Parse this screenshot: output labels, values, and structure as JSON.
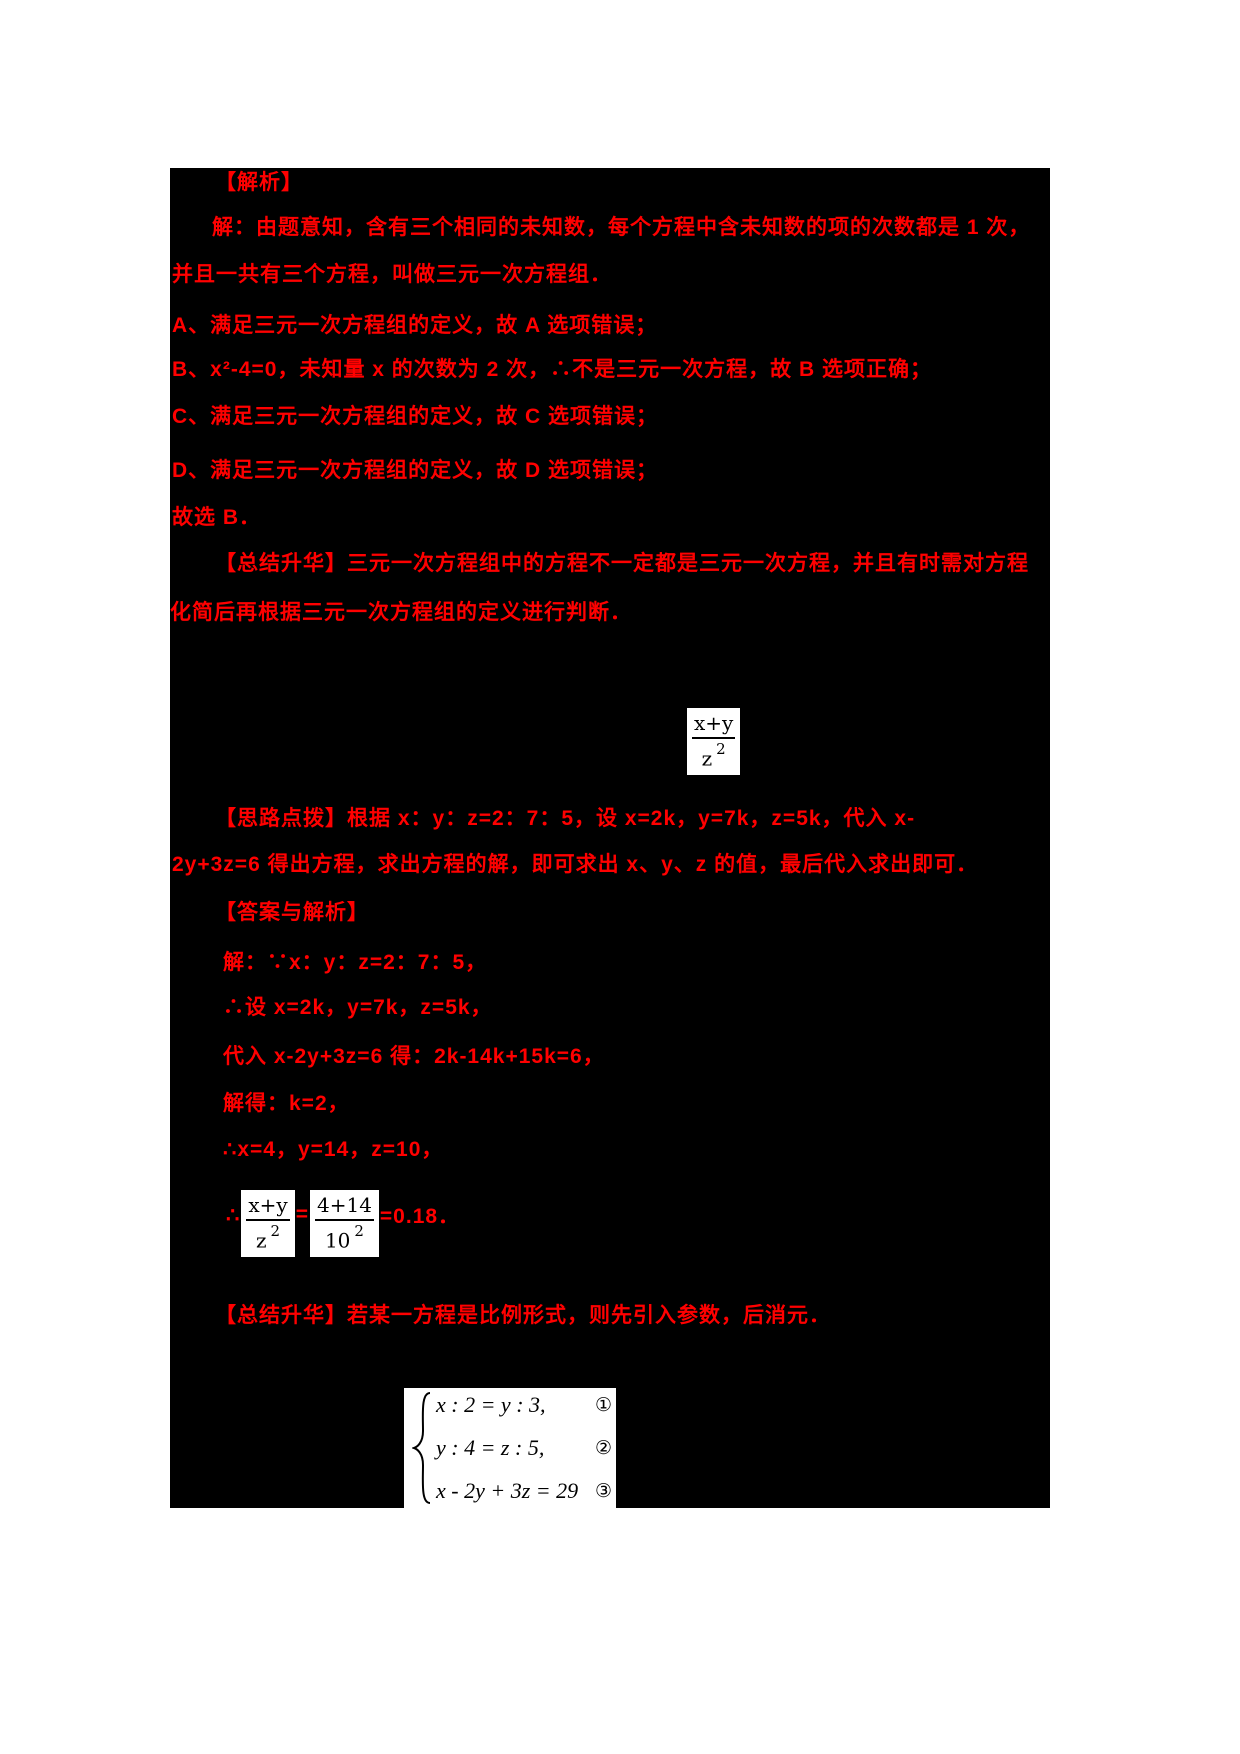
{
  "page": {
    "background": "#ffffff",
    "panel_background": "#000000",
    "text_color": "#ff0000"
  },
  "doc": {
    "lines": [
      "【解析】",
      "解：由题意知，含有三个相同的未知数，每个方程中含未知数的项的次数都是 1 次，",
      "并且一共有三个方程，叫做三元一次方程组．",
      "A、满足三元一次方程组的定义，故 A 选项错误；",
      "B、x²-4=0，未知量 x 的次数为 2 次，∴不是三元一次方程，故 B 选项正确；",
      "C、满足三元一次方程组的定义，故 C 选项错误；",
      "D、满足三元一次方程组的定义，故 D 选项错误；",
      "故选 B．",
      "【总结升华】三元一次方程组中的方程不一定都是三元一次方程，并且有时需对方程",
      "化简后再根据三元一次方程组的定义进行判断．",
      "【思路点拨】根据 x：y：z=2：7：5，设 x=2k，y=7k，z=5k，代入 x-",
      "2y+3z=6 得出方程，求出方程的解，即可求出 x、y、z 的值，最后代入求出即可．",
      "【答案与解析】",
      "解：∵x：y：z=2：7：5，",
      "∴设 x=2k，y=7k，z=5k，",
      "代入 x-2y+3z=6 得：2k-14k+15k=6，",
      "解得：k=2，",
      "∴x=4，y=14，z=10，",
      "【总结升华】若某一方程是比例形式，则先引入参数，后消元．"
    ],
    "formula1": {
      "numerator": "x+y",
      "den_base": "z",
      "den_exp": "2"
    },
    "conclusion": {
      "prefix": "∴",
      "frac_a": {
        "numerator": "x+y",
        "den_base": "z",
        "den_exp": "2"
      },
      "equals": "=",
      "frac_b": {
        "numerator": "4+14",
        "den_base": "10",
        "den_exp": "2"
      },
      "result": "=0.18．"
    },
    "system": {
      "rows": [
        {
          "eq": "x : 2 = y : 3,",
          "label": "①"
        },
        {
          "eq": "y : 4 = z : 5,",
          "label": "②"
        },
        {
          "eq": "x - 2y + 3z = 29",
          "label": "③"
        }
      ]
    }
  }
}
